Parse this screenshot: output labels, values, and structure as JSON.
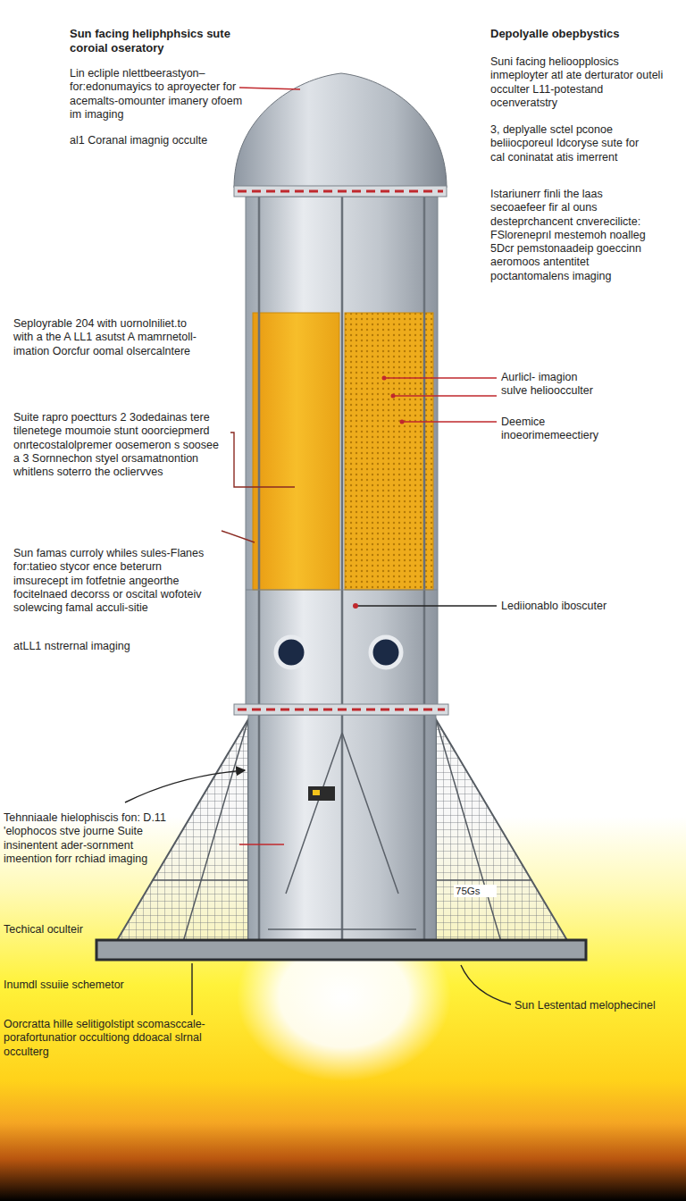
{
  "diagram": {
    "title": "Sun facing heliphphsics sute coroial oseratory",
    "labels": [
      "Lin ecliple nlettbeerastyon– for:edonumayics to aproyecter for acemalts-omounter imanery ofoem im imaging",
      "al1 Coranal imagnig occulte",
      "Depolyalle obepbystics",
      "Suni facing helioopplosics inmeployter atl ate derturator outeli occulter L11-potestand ocenveratstry",
      "3, deplyalle sctel pconoe beliiocporeul Idcoryse sute for cal coninatat atis imerrent",
      "Istariunerr finli the laas secoaefeer fir al ouns desteprchancent cnverecilicte: FSloreneprıl mestemoh noalleg 5Dcr pemstonaadeip goeccinn aeromoos antentitet poctantomalens imaging",
      "Seployrable 204 with uornolniliet.to with a the A LL1 asutst A mamrnetoll-imation Oorcfur oomal olsercalntere",
      "Suite rapro poectturs 2 3odedainas tere tilenetege moumoie stunt ooorciepmerd onrtecostalolpremer oosemeron s soosee a 3 Sornnechon styel orsamatnontion whitlens soterro the ocliervves",
      "Sun famas curroly whiles sules-Flanes for:tatieo stycor ence beterurn imsurecept im fotfetnie angeorthe focitelnaed decorss or oscital wofoteiv solewcing famal acculi-sitie",
      "atLL1 nstrernal imaging",
      "Aurlicl- imagion sulve helioocculter",
      "Deemice inoeorimemeectiery",
      "Lediionablo iboscuter",
      "Tehnniaale hielophiscis fon: D.11 'elophocos stve journe Suite insinentent ader-sornment imeention forr rchiad imaging",
      "Techical oculteir",
      "Inumdl ssuiie schemetor",
      "Oorcratta hille selitigolstipt scomasccale-porafortunatior occultiong ddoacal slrnal occulterg",
      "Sun Lestentad melophecinel",
      "75Gs"
    ]
  }
}
